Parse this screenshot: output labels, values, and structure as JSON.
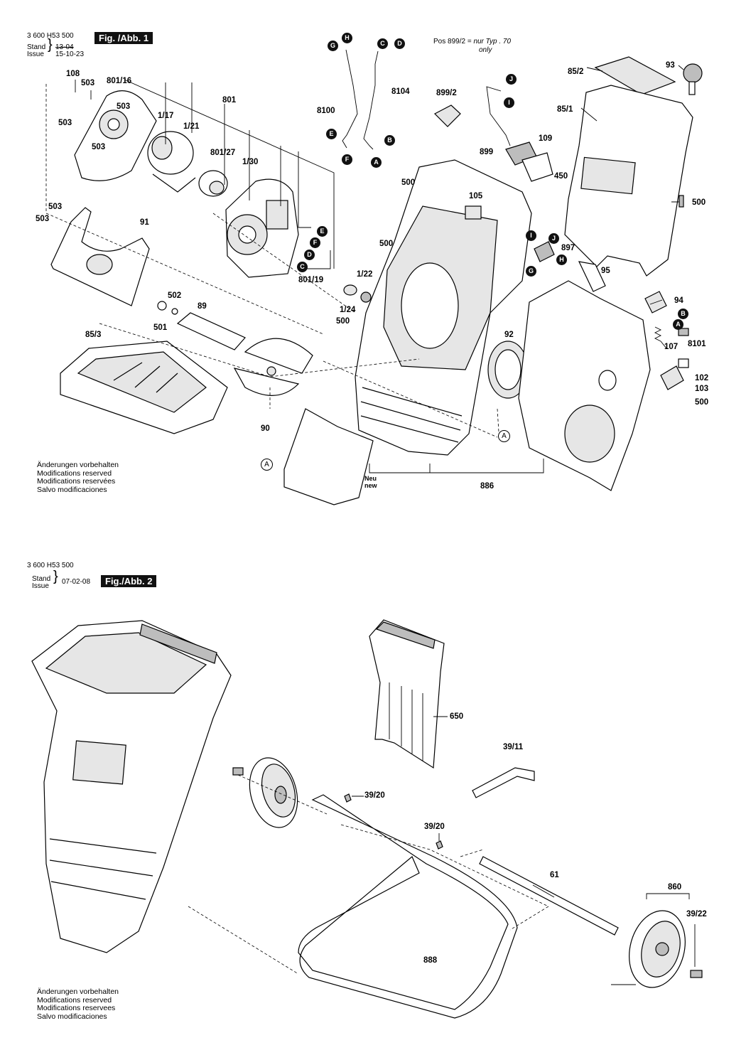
{
  "fig1": {
    "doc_number": "3 600 H53 500",
    "stand_label": "Stand",
    "issue_label": "Issue",
    "stand_old": "13-04",
    "issue_date": "15-10-23",
    "title": "Fig. /Abb. 1",
    "pos_note": "Pos 899/2 =",
    "pos_note_italic": "nur Typ . 70",
    "pos_note_only": "only",
    "neu": "Neu",
    "new": "new",
    "part_labels": [
      "108",
      "503",
      "801/16",
      "801",
      "503",
      "1/17",
      "1/21",
      "503",
      "503",
      "801/27",
      "1/30",
      "503",
      "503",
      "91",
      "801/19",
      "502",
      "89",
      "501",
      "85/3",
      "90",
      "8100",
      "8104",
      "899/2",
      "899",
      "109",
      "85/2",
      "93",
      "85/1",
      "450",
      "500",
      "500",
      "105",
      "500",
      "1/22",
      "1/24",
      "500",
      "897",
      "95",
      "92",
      "94",
      "107",
      "8101",
      "102",
      "103",
      "500",
      "886"
    ],
    "bubbles": [
      "H",
      "G",
      "C",
      "D",
      "J",
      "I",
      "E",
      "F",
      "B",
      "A",
      "E",
      "F",
      "D",
      "C",
      "I",
      "J",
      "G",
      "H",
      "A",
      "B"
    ],
    "callouts": [
      "A",
      "A",
      "A"
    ],
    "notes": [
      "Änderungen vorbehalten",
      "Modifications reserved",
      "Modifications reservées",
      "Salvo modificaciones"
    ]
  },
  "fig2": {
    "doc_number": "3 600 H53 500",
    "stand_label": "Stand",
    "issue_label": "Issue",
    "issue_date": "07-02-08",
    "title": "Fig./Abb. 2",
    "part_labels": [
      "650",
      "39/11",
      "39/20",
      "39/20",
      "61",
      "860",
      "39/22",
      "888"
    ],
    "notes": [
      "Änderungen vorbehalten",
      "Modifications reserved",
      "Modifications reservees",
      "Salvo modificaciones"
    ]
  }
}
